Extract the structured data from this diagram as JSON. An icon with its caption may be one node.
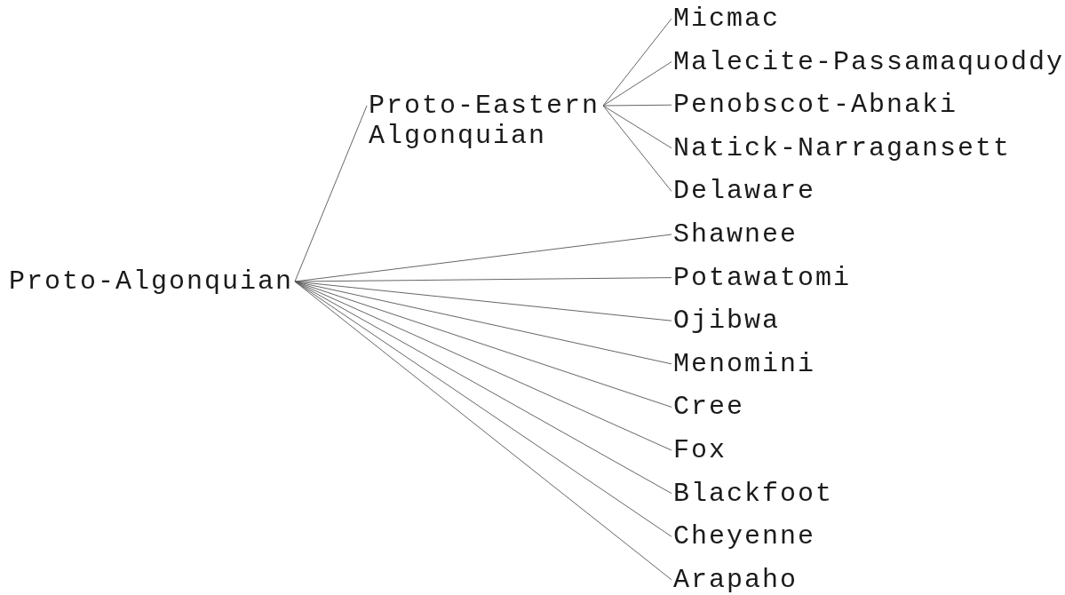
{
  "diagram": {
    "nodes": [
      {
        "text": [
          "Proto-Algonquian"
        ]
      },
      {
        "text": [
          "Proto-Eastern Algonquian"
        ]
      },
      {
        "text": [
          "Micmac"
        ]
      },
      {
        "text": [
          "Malecite-Passamaquoddy"
        ]
      },
      {
        "text": [
          "Penobscot-Abnaki"
        ]
      },
      {
        "text": [
          "Natick-Narragansett"
        ]
      },
      {
        "text": [
          "Delaware"
        ]
      },
      {
        "text": [
          "Shawnee"
        ]
      },
      {
        "text": [
          "Potawatomi"
        ]
      },
      {
        "text": [
          "Ojibwa"
        ]
      },
      {
        "text": [
          "Menomini"
        ]
      },
      {
        "text": [
          "Cree"
        ]
      },
      {
        "text": [
          "Fox"
        ]
      },
      {
        "text": [
          "Blackfoot"
        ]
      },
      {
        "text": [
          "Cheyenne"
        ]
      },
      {
        "text": [
          "Arapaho"
        ]
      }
    ],
    "edges": [
      {
        "from": 0,
        "to": 1,
        "arrow": "none"
      },
      {
        "from": 1,
        "to": 2,
        "arrow": "none"
      },
      {
        "from": 1,
        "to": 3,
        "arrow": "none"
      },
      {
        "from": 1,
        "to": 4,
        "arrow": "none"
      },
      {
        "from": 1,
        "to": 5,
        "arrow": "none"
      },
      {
        "from": 1,
        "to": 6,
        "arrow": "none"
      },
      {
        "from": 0,
        "to": 7,
        "arrow": "none"
      },
      {
        "from": 0,
        "to": 8,
        "arrow": "none"
      },
      {
        "from": 0,
        "to": 9,
        "arrow": "none"
      },
      {
        "from": 0,
        "to": 10,
        "arrow": "none"
      },
      {
        "from": 0,
        "to": 11,
        "arrow": "none"
      },
      {
        "from": 0,
        "to": 12,
        "arrow": "none"
      },
      {
        "from": 0,
        "to": 13,
        "arrow": "none"
      },
      {
        "from": 0,
        "to": 14,
        "arrow": "none"
      },
      {
        "from": 0,
        "to": 15,
        "arrow": "none"
      }
    ]
  }
}
